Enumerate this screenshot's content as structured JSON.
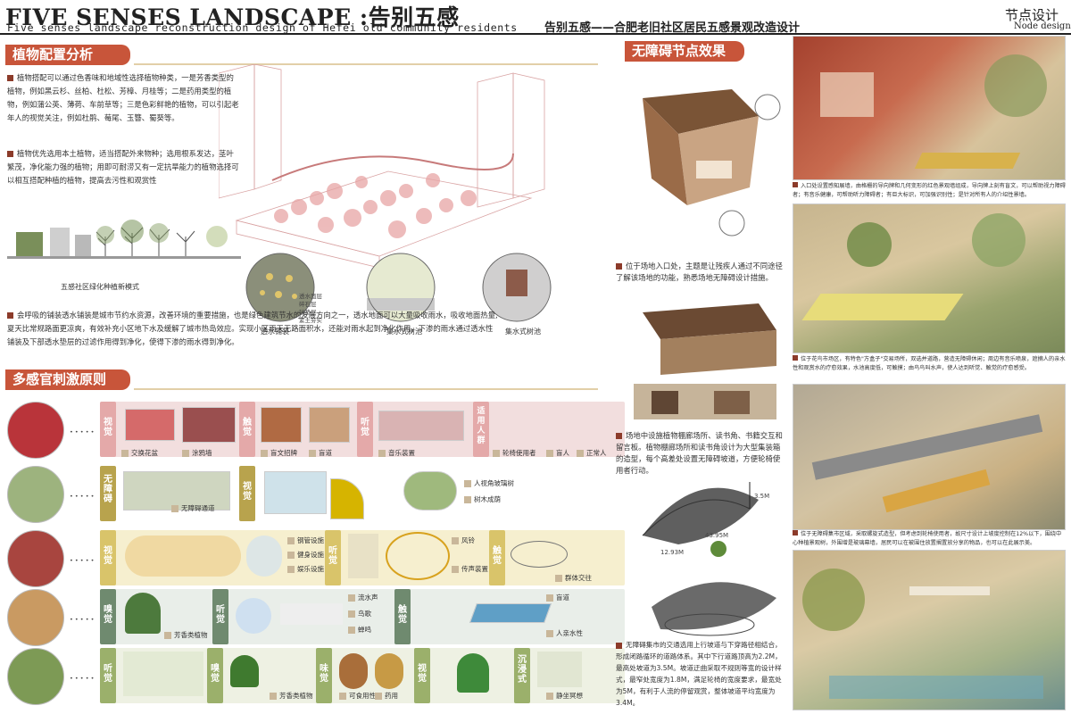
{
  "header": {
    "title": "FIVE SENSES LANDSCAPE :告别五感",
    "subtitle_en": "Five senses landscape reconstruction design of Hefei old community residents",
    "subtitle_cn": "告别五感——合肥老旧社区居民五感景观改造设计",
    "node_cn": "节点设计",
    "node_en": "Node design"
  },
  "plant": {
    "heading": "植物配置分析",
    "para1": "植物搭配可以通过色香味和地域性选择植物种类，一是芳香类型的植物，例如黑云杉、丝柏、杜松、芳樟、月桂等；二是药用类型的植物，例如蒲公英、薄荷、车前草等；三是色彩鲜艳的植物，可以引起老年人的视觉关注，例如杜鹃、莓尾、玉簪、蜀葵等。",
    "para2": "植物优先选用本土植物，适当搭配外来物种；选用根系发达，茎叶繁茂，净化能力强的植物；用即可耐涝又有一定抗旱能力的植物选择可以相互搭配种植的植物，提高去污性和观赏性",
    "mode_caption": "五感社区绿化种植新模式",
    "para3": "会呼吸的铺装透水铺装是城市节约水资源，改善环境的重要措施，也是绿色建筑节水的发展方向之一，透水地面可以大量吸收雨水，吸收地面热量,夏天比常规路面更凉爽，有效补充小区地下水及缓解了城市热岛效应。实现小区雨天无路面积水，还能对雨水起到净化作用，下渗的雨水通过透水性铺装及下部透水垫层的过滤作用得到净化，使得下渗的雨水得到净化。",
    "detail_labels": [
      "透水铺装",
      "集水式树池",
      "集水式树池"
    ],
    "layer_labels": [
      "透水面层",
      "碎石层",
      "砂垫层",
      "素土夯实"
    ]
  },
  "multisense": {
    "heading": "多感官刺激原则",
    "rows": [
      {
        "label": "视觉",
        "items": [
          "交换花盆",
          "涂鸦墙"
        ],
        "label2": "触觉",
        "items2": [
          "盲文招牌",
          "盲道"
        ],
        "label3": "听觉",
        "items3": [
          "音乐装置"
        ],
        "label4": "适用人群",
        "items4": [
          "轮椅使用者",
          "盲人",
          "正常人"
        ]
      },
      {
        "label": "无障碍",
        "items": [
          "无障碍通道"
        ],
        "label2": "视觉",
        "items2": [
          "人视角玻璃树",
          "树木成荫"
        ]
      },
      {
        "label": "视觉",
        "items": [
          "钢管设施",
          "健身设施",
          "娱乐设施"
        ],
        "label2": "听觉",
        "items2": [
          "风铃",
          "传声装置"
        ],
        "label3": "触觉",
        "items3": [
          "群体交往"
        ]
      },
      {
        "label": "嗅觉",
        "items": [
          "芳香类植物"
        ],
        "label2": "听觉",
        "items2": [
          "流水声",
          "鸟歌",
          "蝉鸣"
        ],
        "label3": "触觉",
        "items3": [
          "盲道",
          "人亲水性"
        ]
      },
      {
        "label": "听觉",
        "items": [],
        "label2": "嗅觉",
        "items2": [
          "芳香类植物"
        ],
        "label3": "味觉",
        "items3": [
          "可食用性",
          "药用"
        ],
        "label4": "视觉",
        "items4": [],
        "label5": "沉浸式",
        "items5": [
          "静坐冥想"
        ]
      }
    ]
  },
  "barrier": {
    "heading": "无障碍节点效果",
    "text1": "位于场地入口处，主题是让残疾人通过不同途径了解该场地的功能，熟悉场地无障碍设计措施。",
    "text2": "场地中设施植物棚廊场所、读书角、书籍交互和留言板。植物棚廊场所和读书角设计为大型集装箱的造型，每个高差处设置无障碍坡道，方便轮椅使用者行动。",
    "text3": "无障碍集市的交通选用上行坡道与下穿路径相结合，形成闭路循环的道路体系。其中下行道路顶高为2.2M，最高处坡道为3.5M。坡道迂曲采取不规则等宽的设计样式，最窄处宽度为1.8M，满足轮椅的宽度要求，最宽处为5M，有利于人流的停留观赏，整体坡道平均宽度为3.4M。",
    "dim1": "3.5M",
    "dim2": "43.95M",
    "dim3": "12.93M"
  },
  "renders": {
    "cap1": "入口处设置感知展墙，由格栅的导向牌和几何变形的红色景观墙组成，导向牌上刻有盲文，可以帮助视力障碍者；有音乐健康，可帮助听力障碍者；有巨大标识，可加强识别性；是针对所有人的介绍性景墙。",
    "cap2": "位于花鸟市场区，有特色\"方盒子\"交易场所，双选并道路，营造无障碍休闲；周边有音乐喷泉，遮摘人的亲水性和观赏水的疗愈效果，水池高度低，可触摸；由鸟鸟叫水声，使人达到听觉、触觉的疗愈感受。",
    "cap3": "位于无障碍集市区域，采取螺旋式造型，但考虑到轮椅使用者，故尺寸设计上坡度控制在12%以下，围绕中心种植景观树，外围增是玻璃幕墙，居民可以在被围住放置搁置放分享的物品，也可以在此展示美。"
  }
}
